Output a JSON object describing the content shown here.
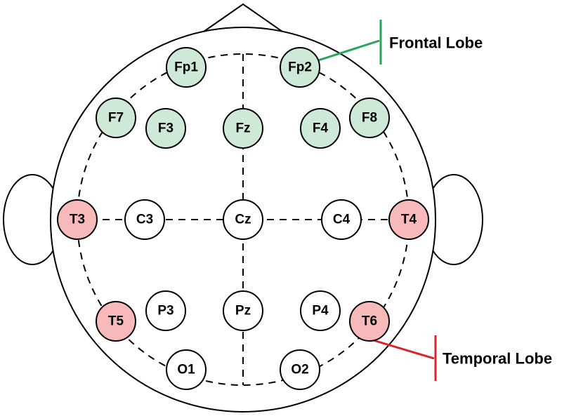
{
  "colors": {
    "frontal": "#cfe9d8",
    "temporal": "#f7b9b9",
    "neutral": "#ffffff",
    "frontal_line": "#26a65b",
    "temporal_line": "#d9232e"
  },
  "electrodes": [
    {
      "id": "Fp1",
      "label": "Fp1",
      "group": "frontal"
    },
    {
      "id": "Fp2",
      "label": "Fp2",
      "group": "frontal"
    },
    {
      "id": "F7",
      "label": "F7",
      "group": "frontal"
    },
    {
      "id": "F3",
      "label": "F3",
      "group": "frontal"
    },
    {
      "id": "Fz",
      "label": "Fz",
      "group": "frontal"
    },
    {
      "id": "F4",
      "label": "F4",
      "group": "frontal"
    },
    {
      "id": "F8",
      "label": "F8",
      "group": "frontal"
    },
    {
      "id": "T3",
      "label": "T3",
      "group": "temporal"
    },
    {
      "id": "C3",
      "label": "C3",
      "group": "neutral"
    },
    {
      "id": "Cz",
      "label": "Cz",
      "group": "neutral"
    },
    {
      "id": "C4",
      "label": "C4",
      "group": "neutral"
    },
    {
      "id": "T4",
      "label": "T4",
      "group": "temporal"
    },
    {
      "id": "T5",
      "label": "T5",
      "group": "temporal"
    },
    {
      "id": "P3",
      "label": "P3",
      "group": "neutral"
    },
    {
      "id": "Pz",
      "label": "Pz",
      "group": "neutral"
    },
    {
      "id": "P4",
      "label": "P4",
      "group": "neutral"
    },
    {
      "id": "T6",
      "label": "T6",
      "group": "temporal"
    },
    {
      "id": "O1",
      "label": "O1",
      "group": "neutral"
    },
    {
      "id": "O2",
      "label": "O2",
      "group": "neutral"
    }
  ],
  "callouts": {
    "frontal": {
      "label": "Frontal Lobe"
    },
    "temporal": {
      "label": "Temporal Lobe"
    }
  }
}
